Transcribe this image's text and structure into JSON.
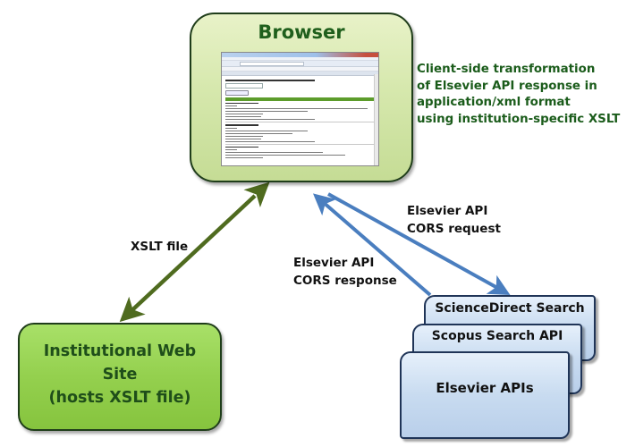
{
  "nodes": {
    "browser": {
      "title": "Browser",
      "note_lines": [
        "Client-side transformation",
        "of Elsevier API response in",
        "application/xml format",
        "using institution-specific XSLT"
      ],
      "screenshot": {
        "description": "Embedded browser window screenshot showing search results page (text illegible at this scale)",
        "result_blocks": 3
      }
    },
    "institutional": {
      "lines": [
        "Institutional Web",
        "Site",
        "(hosts XSLT file)"
      ]
    },
    "apis": {
      "stack": [
        "ScienceDirect Search",
        "Scopus Search API",
        "Elsevier APIs"
      ]
    }
  },
  "edges": {
    "xslt": {
      "label": "XSLT file",
      "from": "institutional",
      "to": "browser",
      "bidirectional": true,
      "color": "#4f6b1f"
    },
    "request": {
      "label_lines": [
        "Elsevier API",
        "CORS request"
      ],
      "from": "browser",
      "to": "apis",
      "color": "#4a7ebf"
    },
    "response": {
      "label_lines": [
        "Elsevier API",
        "CORS response"
      ],
      "from": "apis",
      "to": "browser",
      "color": "#4a7ebf"
    }
  },
  "colors": {
    "browser_fill": "#d6e8ad",
    "institutional_fill": "#94d04e",
    "api_fill": "#c8dbf0",
    "note_text": "#1b5c1b",
    "title_text": "#1f5f1c"
  }
}
